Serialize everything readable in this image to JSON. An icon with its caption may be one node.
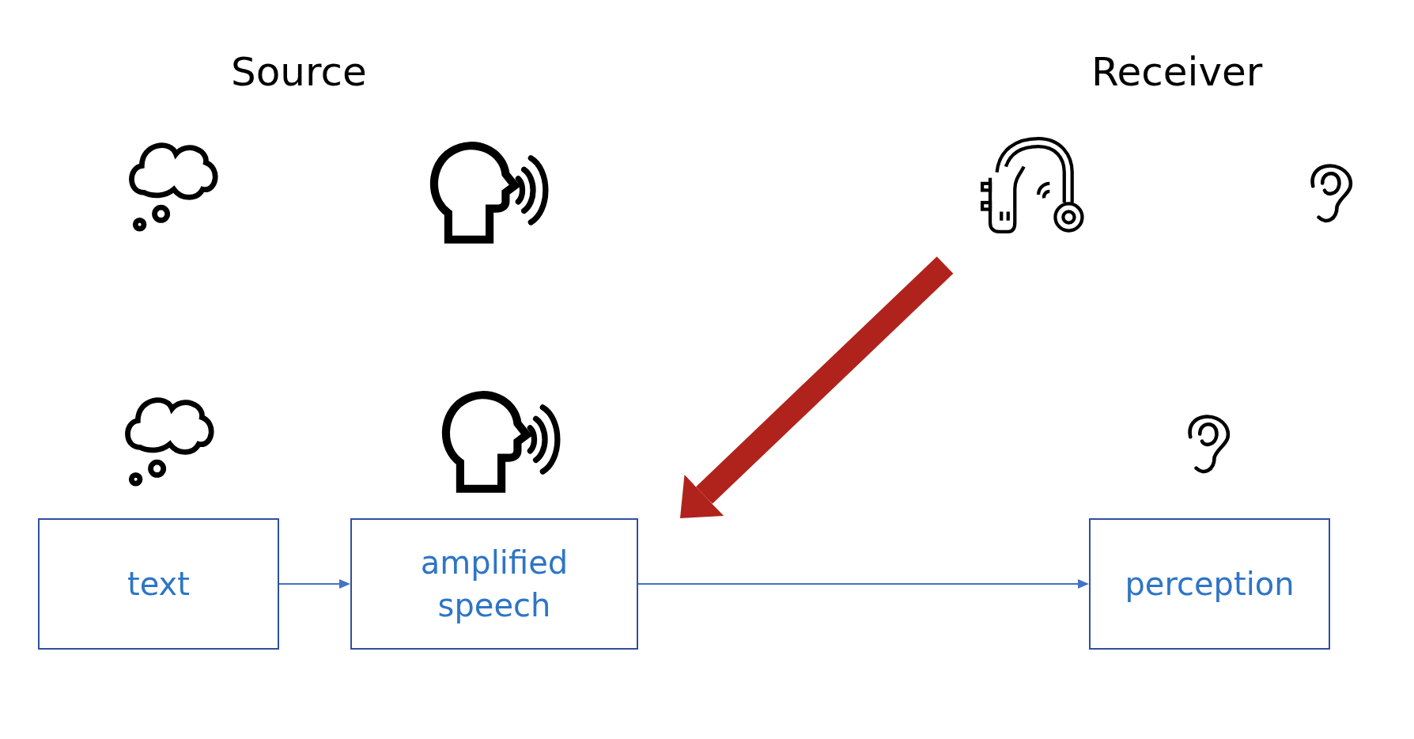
{
  "diagram": {
    "nodes": [
      {
        "text": [],
        "shape": "picture"
      },
      {
        "text": [
          "text"
        ]
      },
      {
        "text": [
          "amplified speech"
        ]
      },
      {
        "text": [
          "perception"
        ]
      }
    ],
    "edges": [
      {
        "from": 1,
        "to": 2,
        "arrow": "to"
      },
      {
        "from": 2,
        "to": 3,
        "arrow": "to"
      },
      {
        "from": 0,
        "to": 2,
        "arrow": "to",
        "style": "thick",
        "color": "#b0231c"
      }
    ],
    "labels": [
      "Source",
      "Receiver"
    ]
  }
}
